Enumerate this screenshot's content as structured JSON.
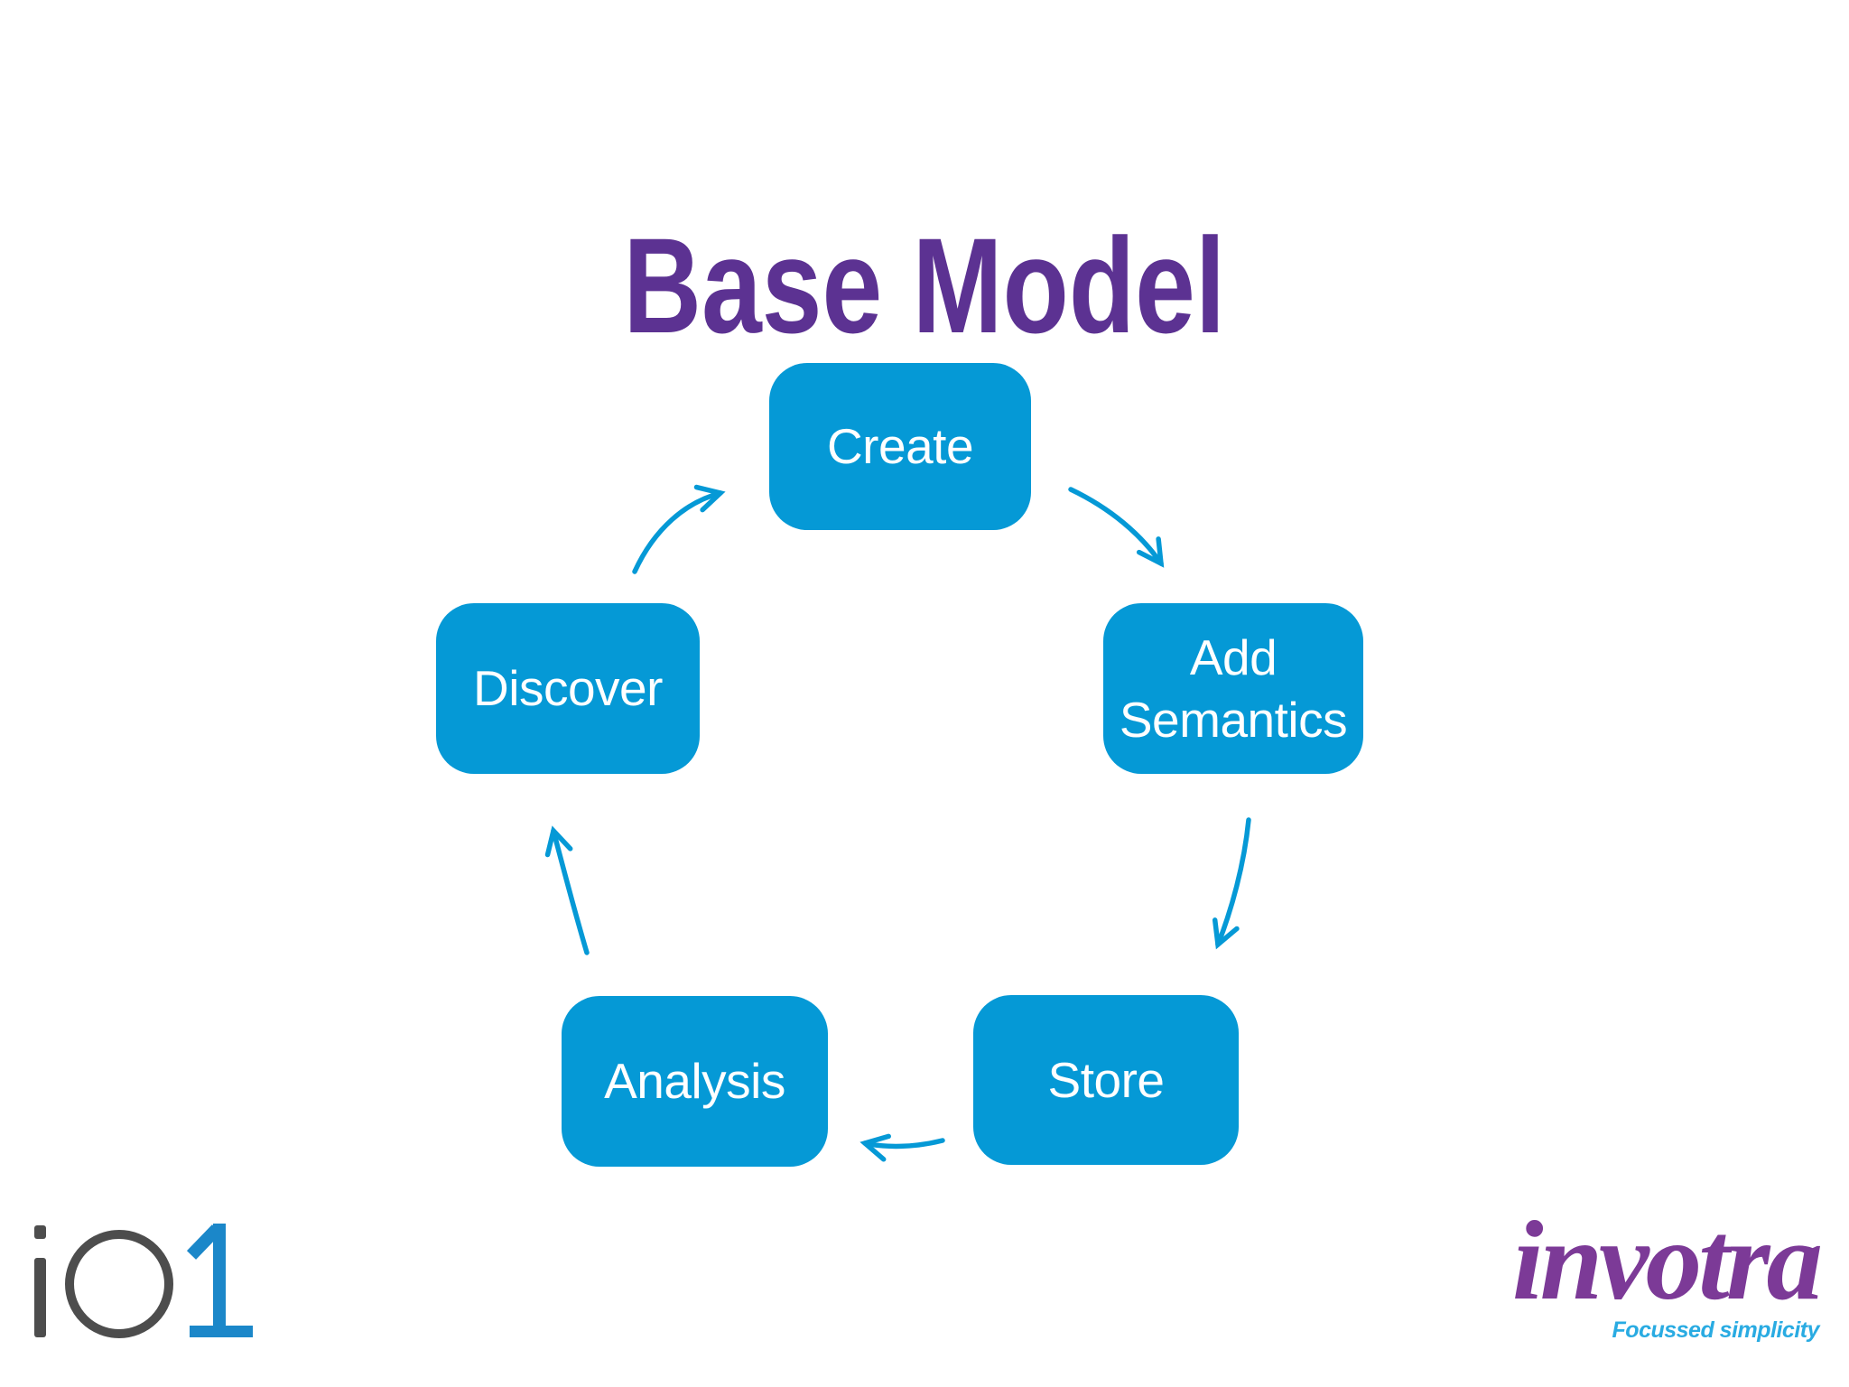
{
  "slide": {
    "title": "Base Model",
    "title_color": "#5C3292",
    "background_color": "#FFFFFF"
  },
  "diagram": {
    "type": "cycle",
    "box_color": "#0599D6",
    "box_text_color": "#FFFFFF",
    "arrow_color": "#0599D6",
    "nodes": [
      {
        "id": "create",
        "label": "Create",
        "position": "top"
      },
      {
        "id": "add-semantics",
        "label": "Add Semantics",
        "position": "right"
      },
      {
        "id": "store",
        "label": "Store",
        "position": "bottom-right"
      },
      {
        "id": "analysis",
        "label": "Analysis",
        "position": "bottom-left"
      },
      {
        "id": "discover",
        "label": "Discover",
        "position": "left"
      }
    ],
    "flow_order": [
      "Create",
      "Add Semantics",
      "Store",
      "Analysis",
      "Discover",
      "Create"
    ]
  },
  "footer": {
    "io1_logo": {
      "text": "iO1",
      "gray_part": "iO",
      "blue_part": "1",
      "gray_color": "#4D4D4D",
      "blue_color": "#1B87C9"
    },
    "invotra_logo": {
      "brand": "invotra",
      "tagline": "Focussed simplicity",
      "brand_color": "#7C3A97",
      "tagline_color": "#29ABE2"
    }
  }
}
